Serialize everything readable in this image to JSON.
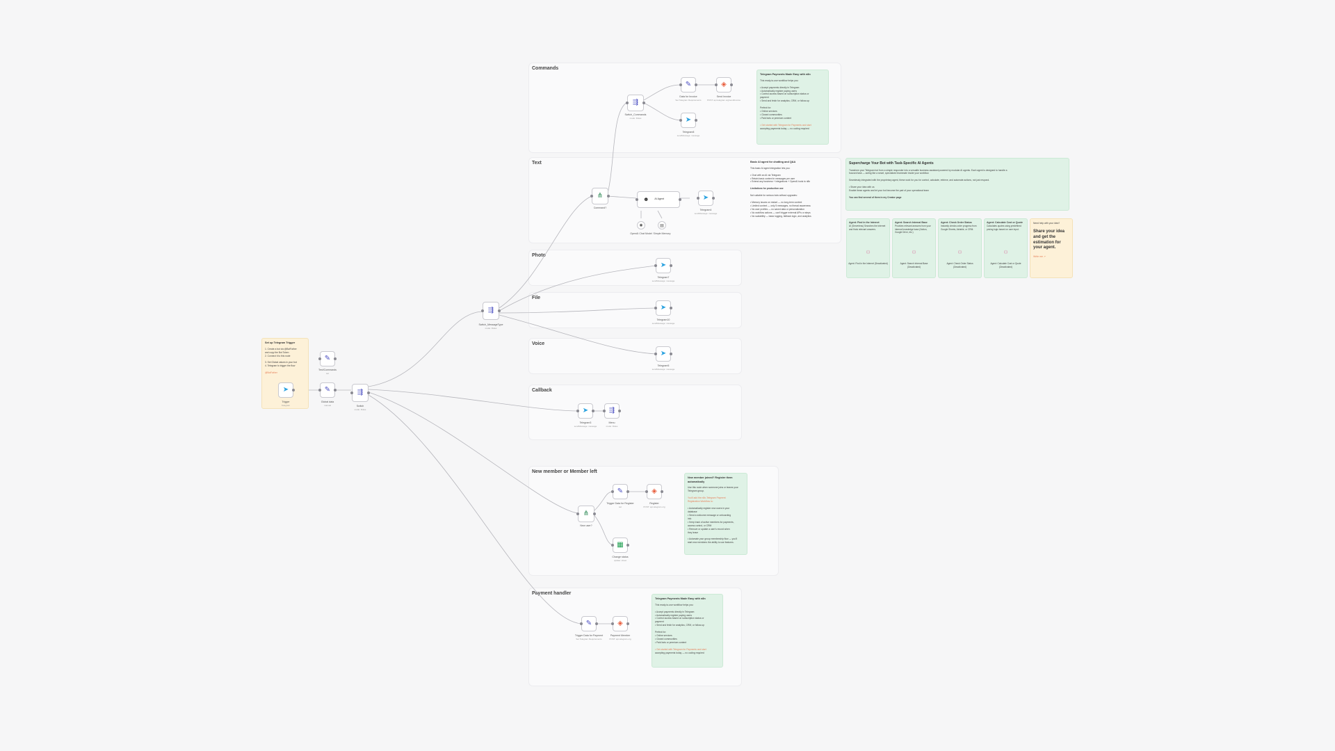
{
  "sections": {
    "commands": "Commands",
    "text": "Text",
    "photo": "Photo",
    "file": "File",
    "voice": "Voice",
    "callback": "Callback",
    "member": "New member or Member left",
    "payment": "Payment handler"
  },
  "nodes": {
    "trigger": {
      "label": "Trigger",
      "sub": "Telegram"
    },
    "textcommands": {
      "label": "Text/Commands",
      "sub": "set"
    },
    "global": {
      "label": "Global data",
      "sub": "manual"
    },
    "switch": {
      "label": "Switch",
      "sub": "mode: Rules"
    },
    "switch_msg": {
      "label": "Switch_MessageType",
      "sub": "mode: Rules"
    },
    "switch_cmd": {
      "label": "Switch_Commands",
      "sub": "mode: Rules"
    },
    "datainvoice": {
      "label": "Data for Invoice",
      "sub": "Set Telegram Requirements"
    },
    "sendinvoice": {
      "label": "Send Invoice",
      "sub": "POST: api.telegram.org/sendInvoice"
    },
    "tg_cmd": {
      "label": "Telegram8",
      "sub": "sendMessage: message"
    },
    "command_if": {
      "label": "Command?",
      "sub": ""
    },
    "aiagent": {
      "label": "AI Agent",
      "sub": ""
    },
    "tg_text": {
      "label": "Telegram4",
      "sub": "sendMessage: message"
    },
    "model": {
      "label": "OpenAI Chat Model",
      "sub": ""
    },
    "memory": {
      "label": "Simple Memory",
      "sub": ""
    },
    "tg_photo": {
      "label": "Telegram7",
      "sub": "sendMessage: message"
    },
    "tg_file": {
      "label": "Telegram10",
      "sub": "sendMessage: message"
    },
    "tg_voice": {
      "label": "Telegram5",
      "sub": "sendMessage: message"
    },
    "tg_callback": {
      "label": "Telegram3",
      "sub": "sendMessage: message"
    },
    "menu": {
      "label": "Menu",
      "sub": "mode: Rules"
    },
    "newuser": {
      "label": "New user?",
      "sub": ""
    },
    "trigger_reg": {
      "label": "Trigger Data for Register",
      "sub": "set"
    },
    "register": {
      "label": "Register",
      "sub": "POST: api.telegram.org"
    },
    "change_status": {
      "label": "Change status",
      "sub": "update: sheet"
    },
    "trigger_pay": {
      "label": "Trigger Data for Payment",
      "sub": "Set Telegram Requirements"
    },
    "payment_member": {
      "label": "Payment Member",
      "sub": "POST: api.telegram.org"
    }
  },
  "notes": {
    "setup": {
      "title": "Set up Telegram Trigger",
      "lines": [
        "1. Create a bot via @BotFather",
        "and copy the Bot Token",
        "2. Connect it to this node",
        "",
        "3. Set Global values in your bot",
        "4. Telegram to trigger the flow",
        "",
        "@BotFather"
      ]
    },
    "payments_top": {
      "title": "Telegram Payments Made Easy with n8n",
      "lines": [
        "This ready-to-use workflow helps you:",
        "",
        "• Accept payments directly in Telegram",
        "• Automatically register paying users",
        "• Control access based on subscription status or",
        "  payment",
        "• Send and fetch for analytics, CRM, or follow-up",
        "",
        "Perfect for:",
        "• Online services",
        "• Closed communities",
        "• Paid bots or premium content",
        "",
        "• Get started with Telegram for Payments and start",
        "  accepting payments today — no coding required"
      ]
    },
    "ai_agent": {
      "title": "Basic AI agent for chatting and Q&A",
      "lines": [
        "This basic AI agent integration lets you:",
        "",
        "• Chat with an AI via Telegram",
        "• Retain basic context in messages per user",
        "• Extend any business + integrations + OpenAI tools to n8n",
        "",
        "Limitations for production use",
        "",
        "Not suitable for serious bots without upgrades:",
        "",
        "• Memory issues on restart — no long-term context",
        "• Limited context — only 5 messages, no thread awareness",
        "• No user profiles — no saved data or personalization",
        "• No workflow actions — can't trigger external APIs or steps",
        "• No scalability — basic logging, fallback logic, and analytics"
      ]
    },
    "supercharge": {
      "title": "Supercharge Your Bot with Task-Specific AI Agents",
      "lines": [
        "Transform your Telegram bot from a simple responder into a versatile business assistant powered by modular AI agents. Each agent is designed to handle a",
        "focused task — acting like a smart, specialized teammate inside your workflow.",
        "",
        "Seamlessly integrated with the proprietary agent, these work for you for control, calculate, retrieve, and automate actions, not just respond.",
        "",
        "• Share your idea with us",
        "Enable these agents and let your bot become the part of your operational team",
        "",
        "You can find several of them in my Creator page"
      ]
    },
    "idea": {
      "title": "Need help with your idea?",
      "big": "Share your idea and get the estimation for your agent.",
      "link": "Write me ↗"
    },
    "member": {
      "title": "New member joined? Register them automatically",
      "lines": [
        "Use this node when someone joins or leaves your",
        "Telegram group.",
        "",
        "You'll add the n8n-Telegram Payment",
        "Registration Workflow to:",
        "",
        "• Automatically register new users in your",
        "  database",
        "• Send a welcome message or onboarding",
        "  info",
        "• Keep track of active members for payments,",
        "  access control, or CRM",
        "• Remove or update a user's record when",
        "  they leave",
        "",
        "• Automate your group membership flow — you'll",
        "  start new members the ability to use features."
      ]
    },
    "payments_bottom": {
      "title": "Telegram Payments Made Easy with n8n",
      "lines": [
        "This ready-to-use workflow helps you:",
        "",
        "• Accept payments directly in Telegram",
        "• Automatically register paying users",
        "• Control access based on subscription status or",
        "  payment",
        "• Send and fetch for analytics, CRM, or follow-up",
        "",
        "Perfect for:",
        "• Online services",
        "• Closed communities",
        "• Paid bots or premium content",
        "",
        "• Get started with Telegram for Payments and start",
        "  accepting payments today — no coding required"
      ]
    }
  },
  "agents": [
    {
      "title": "Agent: Find in the Internet",
      "desc": "AI (Serverless) Searches the internet and finds relevant answers.",
      "name": "Agent: Find in the Internet (Deactivated)"
    },
    {
      "title": "Agent: Search Internal Base",
      "desc": "Provides relevant answers from your internal knowledge base (Notion, Google Drive, etc.)",
      "name": "Agent: Search Internal Base (Deactivated)"
    },
    {
      "title": "Agent: Check Order Status",
      "desc": "Instantly checks order progress from Google Sheets, Airtable, or CRM.",
      "name": "Agent: Check Order Status (Deactivated)"
    },
    {
      "title": "Agent: Calculate Cost or Quote",
      "desc": "Calculates quotes using predefined pricing logic based on user input.",
      "name": "Agent: Calculate Cost or Quote (Deactivated)"
    }
  ]
}
